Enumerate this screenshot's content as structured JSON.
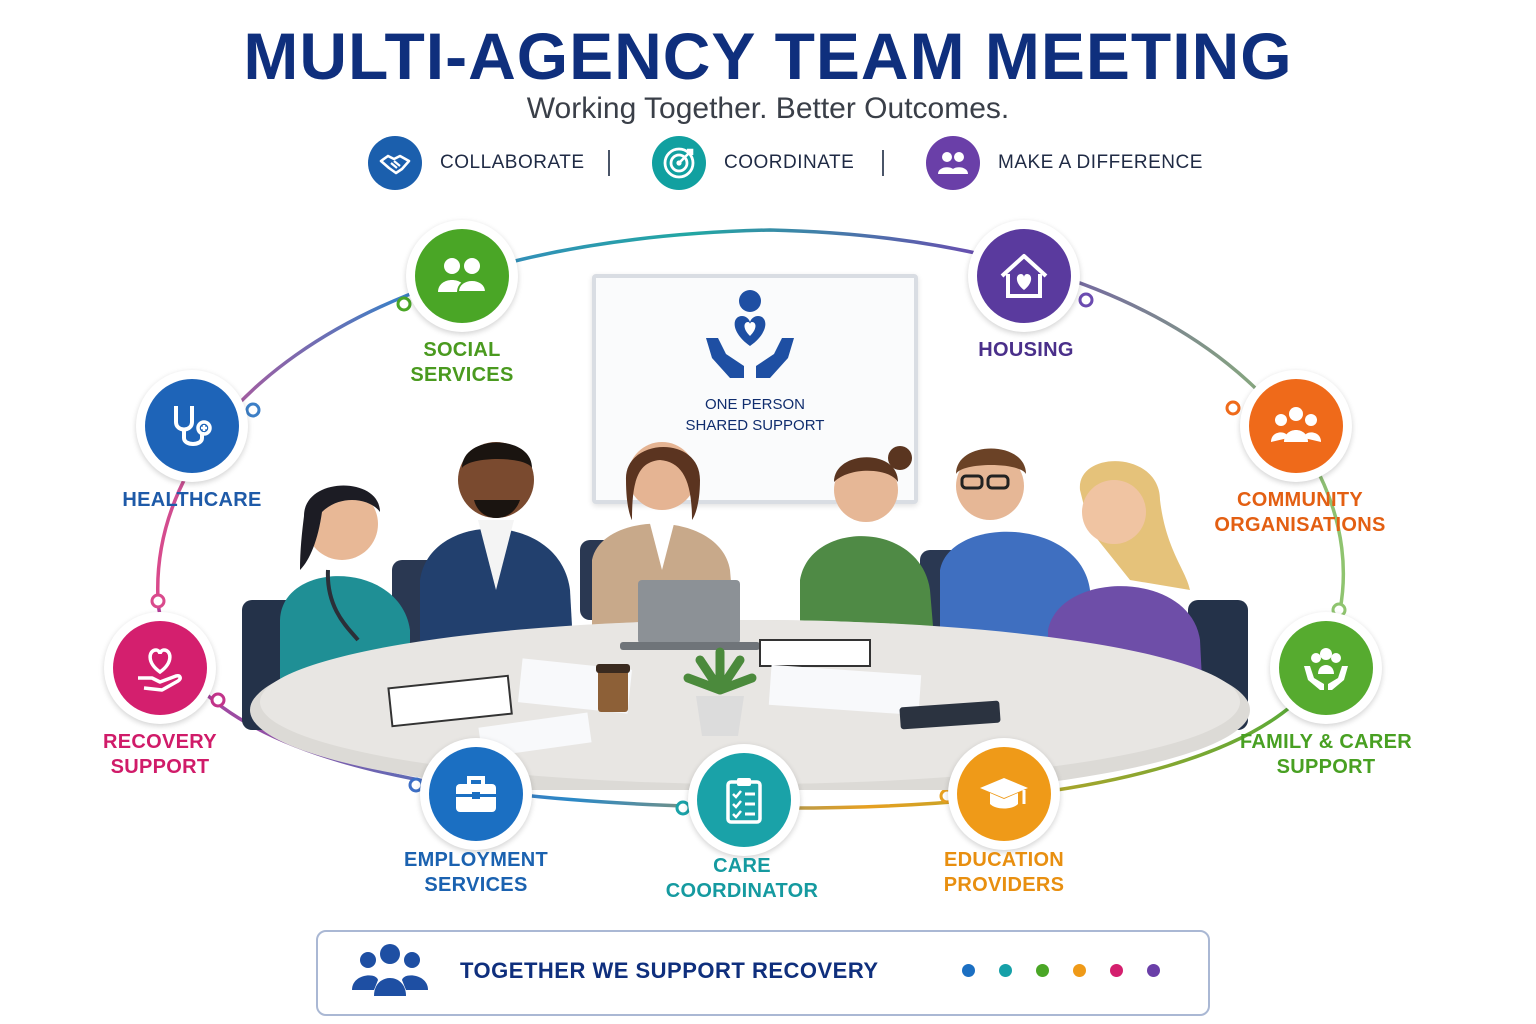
{
  "header": {
    "title": "MULTI-AGENCY TEAM MEETING",
    "subtitle": "Working Together. Better Outcomes."
  },
  "values": [
    {
      "label": "COLLABORATE",
      "icon": "handshake-icon",
      "color": "#1b5fad"
    },
    {
      "label": "COORDINATE",
      "icon": "target-icon",
      "color": "#11a0a0"
    },
    {
      "label": "MAKE A DIFFERENCE",
      "icon": "people-icon",
      "color": "#6a3fa8"
    }
  ],
  "center": {
    "icon": "caring-hands-person-icon",
    "line1": "ONE PERSON",
    "line2": "SHARED SUPPORT"
  },
  "agencies": [
    {
      "key": "social",
      "line1": "SOCIAL",
      "line2": "SERVICES",
      "icon": "people-icon",
      "color": "#4aa626"
    },
    {
      "key": "housing",
      "line1": "HOUSING",
      "line2": "",
      "icon": "house-heart-icon",
      "color": "#5a3a9e"
    },
    {
      "key": "healthcare",
      "line1": "HEALTHCARE",
      "line2": "",
      "icon": "stethoscope-icon",
      "color": "#1e64b8"
    },
    {
      "key": "community",
      "line1": "COMMUNITY",
      "line2": "ORGANISATIONS",
      "icon": "group-icon",
      "color": "#ef6a1a"
    },
    {
      "key": "recovery",
      "line1": "RECOVERY",
      "line2": "SUPPORT",
      "icon": "heart-hand-icon",
      "color": "#d41f6e"
    },
    {
      "key": "family",
      "line1": "FAMILY & CARER",
      "line2": "SUPPORT",
      "icon": "family-hands-icon",
      "color": "#56ab2f"
    },
    {
      "key": "employment",
      "line1": "EMPLOYMENT",
      "line2": "SERVICES",
      "icon": "briefcase-icon",
      "color": "#1b6fc2"
    },
    {
      "key": "care",
      "line1": "CARE",
      "line2": "COORDINATOR",
      "icon": "clipboard-icon",
      "color": "#1aa2a8"
    },
    {
      "key": "education",
      "line1": "EDUCATION",
      "line2": "PROVIDERS",
      "icon": "graduation-cap-icon",
      "color": "#ef9a18"
    }
  ],
  "footer": {
    "text": "TOGETHER WE SUPPORT RECOVERY",
    "icon": "team-icon",
    "dot_colors": [
      "#1b6fc2",
      "#16a0a8",
      "#4aa626",
      "#ef9a18",
      "#d41f6e",
      "#6a3fa8"
    ]
  }
}
